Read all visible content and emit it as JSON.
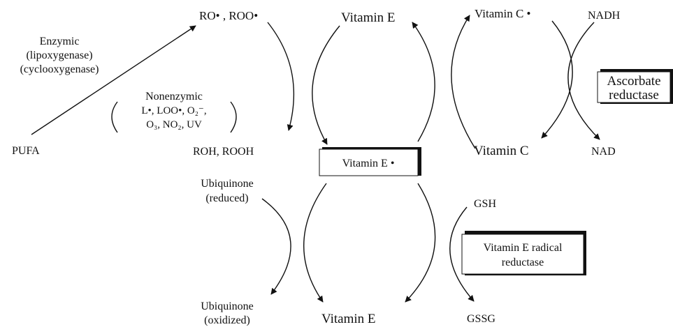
{
  "diagram": {
    "top_radicals": "RO• , ROO•",
    "top_vitamin_e": "Vitamin  E",
    "vitamin_c_radical": "Vitamin  C •",
    "nadh": "NADH",
    "enzymic": [
      "Enzymic",
      "(lipoxygenase)",
      "(cyclooxygenase)"
    ],
    "nonenzymic_title": "Nonenzymic",
    "nonenzymic_line1": "L•,  LOO•,  O₂⁻,",
    "nonenzymic_line2": "O₃,  NO₂,  UV",
    "pufa": "PUFA",
    "roh_rooh": "ROH,  ROOH",
    "vitamin_e_radical_box": "Vitamin  E •",
    "vitamin_c": "Vitamin  C",
    "nad": "NAD",
    "ascorbate_reductase": [
      "Ascorbate",
      "reductase"
    ],
    "ubiquinone_reduced": [
      "Ubiquinone",
      "(reduced)"
    ],
    "gsh": "GSH",
    "vitamin_e_radical_reductase": [
      "Vitamin  E  radical",
      "reductase"
    ],
    "ubiquinone_oxidized": [
      "Ubiquinone",
      "(oxidized)"
    ],
    "bottom_vitamin_e": "Vitamin  E",
    "gssg": "GSSG"
  }
}
